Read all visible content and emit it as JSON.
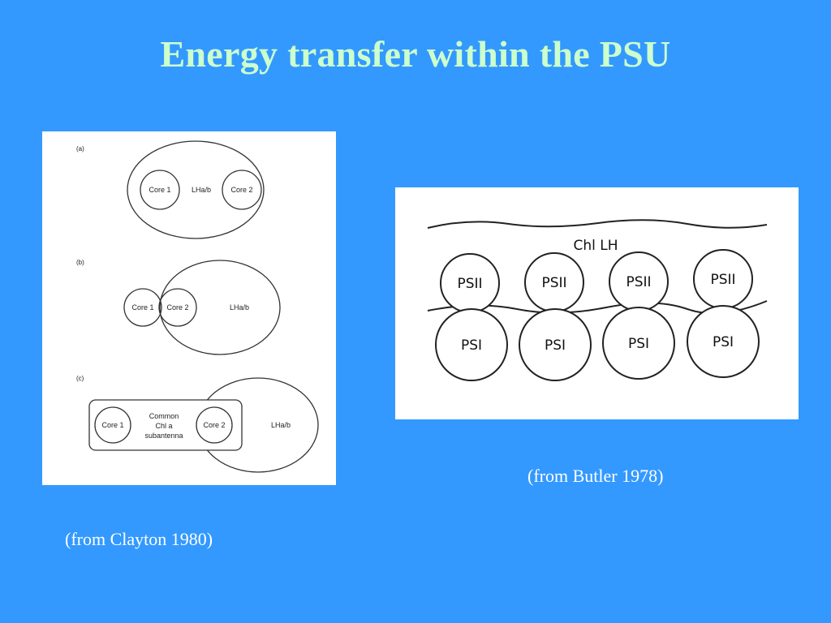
{
  "title": "Energy transfer within the PSU",
  "clayton_diagram": {
    "panel_a": {
      "tag": "(a)",
      "core1": "Core 1",
      "core2": "Core 2",
      "antenna": "LHa/b"
    },
    "panel_b": {
      "tag": "(b)",
      "core1": "Core 1",
      "core2": "Core 2",
      "antenna": "LHa/b"
    },
    "panel_c": {
      "tag": "(c)",
      "core1": "Core 1",
      "core2": "Core 2",
      "antenna": "LHa/b",
      "common_line1": "Common",
      "common_line2": "Chl a",
      "common_line3": "subantenna"
    }
  },
  "butler_diagram": {
    "membrane_label": "Chl LH",
    "psii_units": [
      "PSII",
      "PSII",
      "PSII",
      "PSII"
    ],
    "psi_units": [
      "PSI",
      "PSI",
      "PSI",
      "PSI"
    ]
  },
  "captions": {
    "butler": "(from Butler 1978)",
    "clayton": "(from Clayton 1980)"
  }
}
